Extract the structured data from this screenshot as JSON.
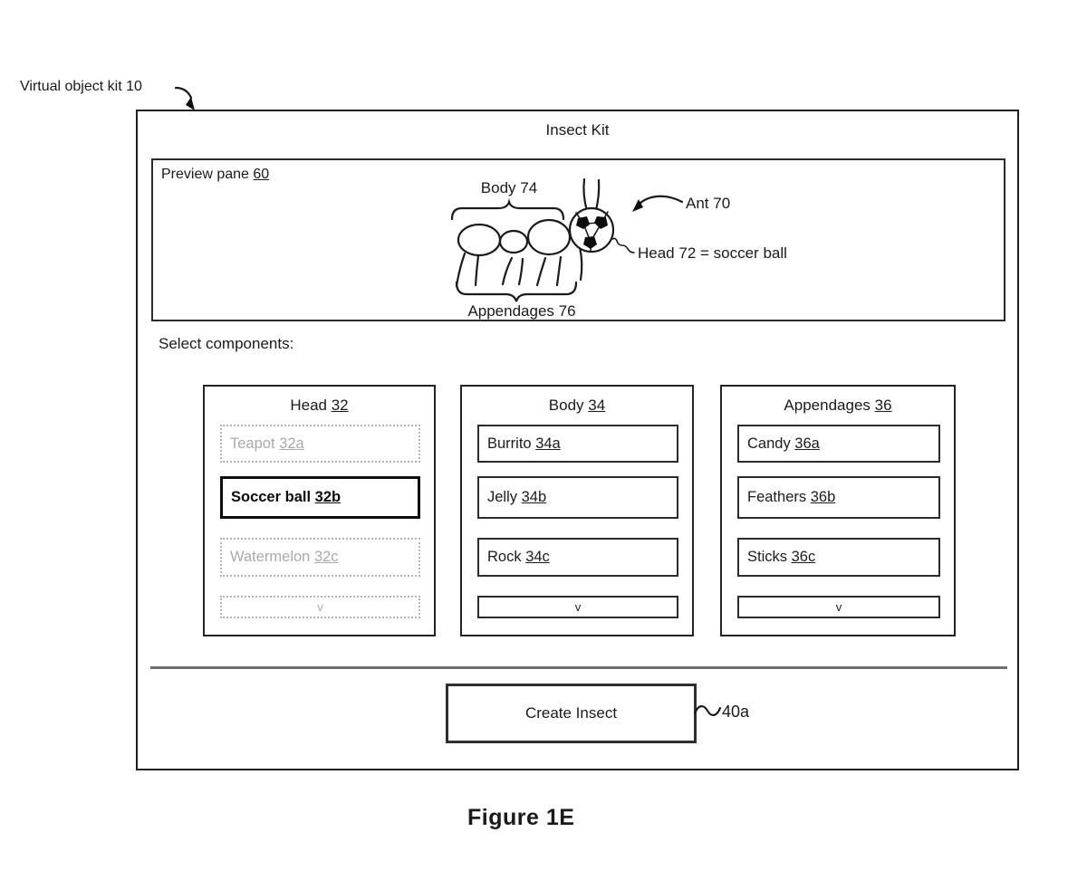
{
  "figure": {
    "kit_label": {
      "text": "Virtual object kit",
      "ref": "10"
    },
    "window_title": "Insect Kit",
    "caption": "Figure 1E"
  },
  "preview": {
    "label": {
      "text": "Preview pane",
      "ref": "60"
    },
    "annotations": {
      "body": "Body 74",
      "ant": "Ant 70",
      "head": "Head 72 = soccer ball",
      "appendages": "Appendages 76"
    }
  },
  "select_section": {
    "label": "Select components:",
    "columns": [
      {
        "title": {
          "text": "Head",
          "ref": "32"
        },
        "items": [
          {
            "label": "Teapot",
            "ref": "32a",
            "state": "unavailable"
          },
          {
            "label": "Soccer ball",
            "ref": "32b",
            "state": "selected"
          },
          {
            "label": "Watermelon",
            "ref": "32c",
            "state": "unavailable"
          }
        ],
        "more_label": "v"
      },
      {
        "title": {
          "text": "Body",
          "ref": "34"
        },
        "items": [
          {
            "label": "Burrito",
            "ref": "34a",
            "state": "available"
          },
          {
            "label": "Jelly",
            "ref": "34b",
            "state": "available"
          },
          {
            "label": "Rock",
            "ref": "34c",
            "state": "available"
          }
        ],
        "more_label": "v"
      },
      {
        "title": {
          "text": "Appendages",
          "ref": "36"
        },
        "items": [
          {
            "label": "Candy",
            "ref": "36a",
            "state": "available"
          },
          {
            "label": "Feathers",
            "ref": "36b",
            "state": "available"
          },
          {
            "label": "Sticks",
            "ref": "36c",
            "state": "available"
          }
        ],
        "more_label": "v"
      }
    ]
  },
  "footer": {
    "create_button": "Create Insect",
    "button_ref": "40a"
  },
  "colors": {
    "ink": "#1a1a1a",
    "muted_text": "#a9a9a9",
    "muted_border": "#b3b3b3",
    "background": "#ffffff"
  }
}
